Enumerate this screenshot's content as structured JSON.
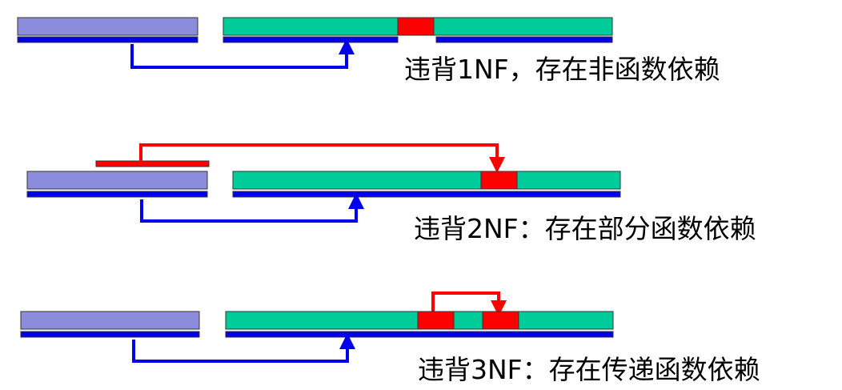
{
  "colors": {
    "key_bar": "#8c8cdc",
    "nonkey_bar": "#00cc99",
    "dependency_cell": "#ff0000",
    "underline": "#0000ee",
    "arrow_blue": "#0000ee",
    "arrow_red": "#ff0000",
    "outline": "#333333"
  },
  "rows": [
    {
      "id": "violation-1nf",
      "caption": "违背1NF，存在非函数依赖"
    },
    {
      "id": "violation-2nf",
      "caption": "违背2NF：存在部分函数依赖"
    },
    {
      "id": "violation-3nf",
      "caption": "违背3NF：存在传递函数依赖"
    }
  ]
}
